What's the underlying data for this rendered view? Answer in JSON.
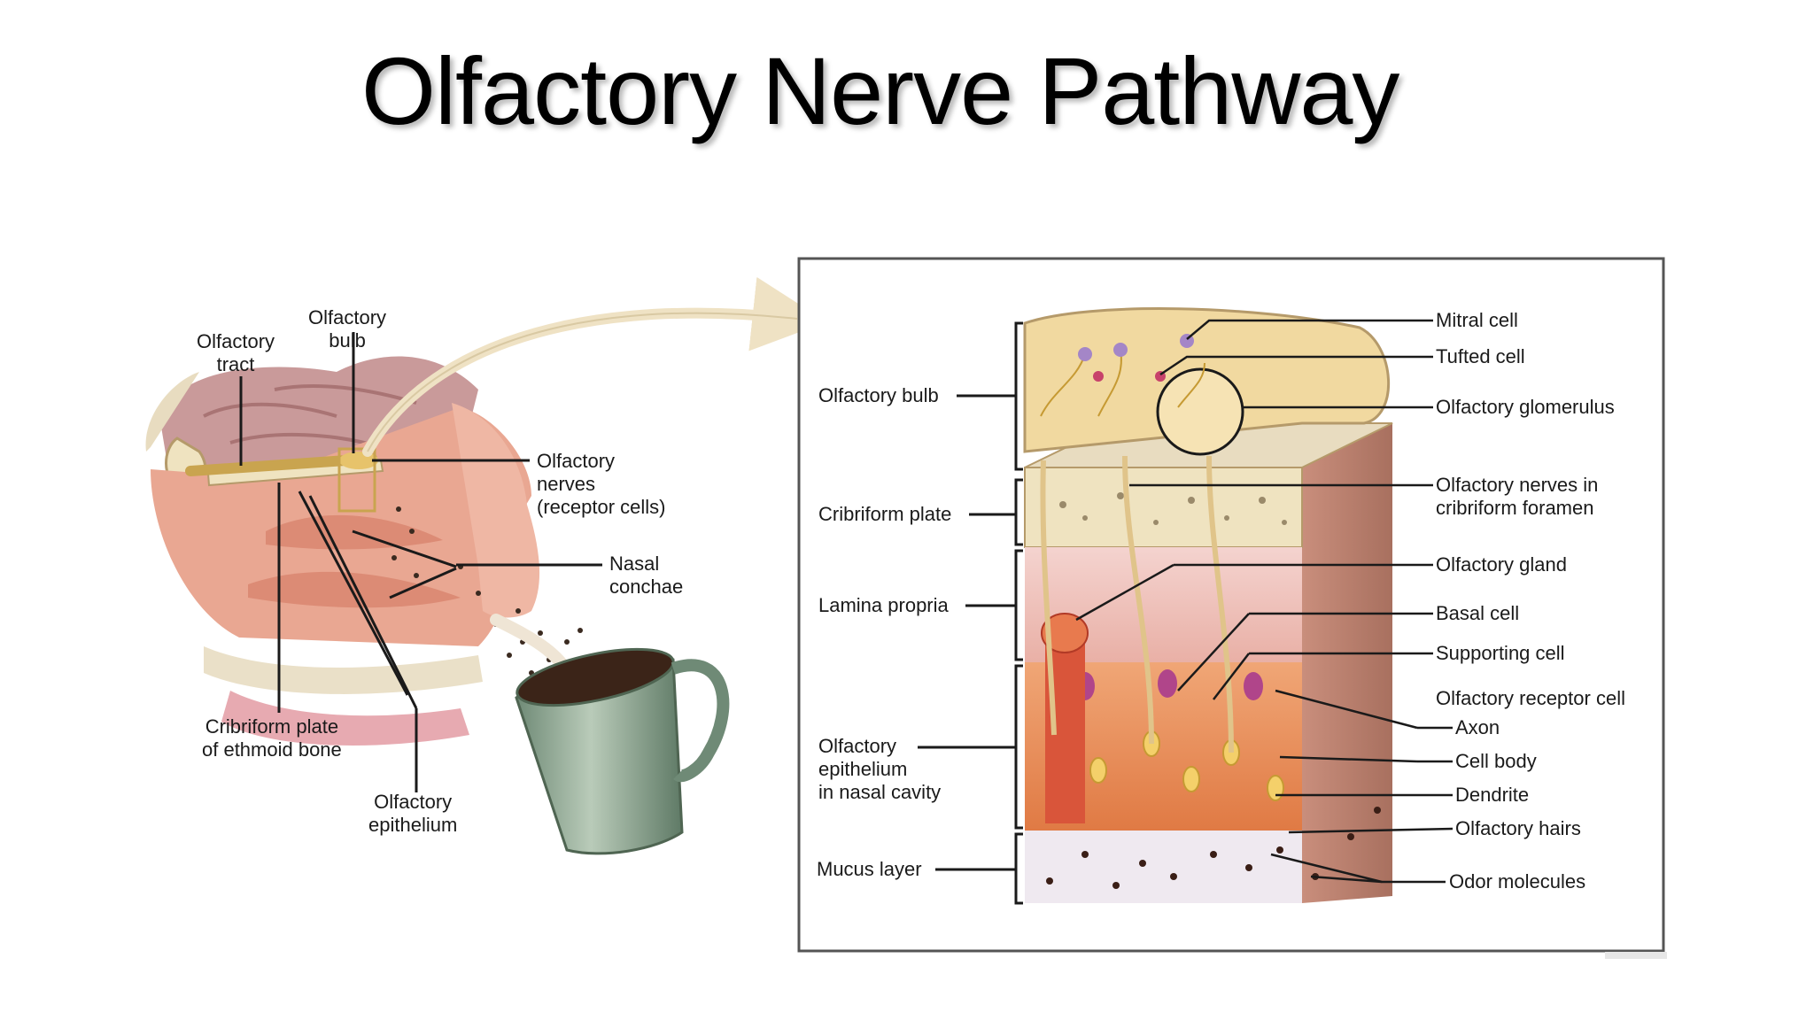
{
  "slide": {
    "title": "Olfactory Nerve Pathway"
  },
  "left_figure": {
    "labels": {
      "olfactory_tract": "Olfactory\ntract",
      "olfactory_bulb": "Olfactory\nbulb",
      "olfactory_nerves": "Olfactory\nnerves\n(receptor cells)",
      "nasal_conchae": "Nasal\nconchae",
      "cribriform_plate": "Cribriform plate\nof ethmoid bone",
      "olfactory_epithelium": "Olfactory\nepithelium"
    }
  },
  "right_figure": {
    "left_labels": {
      "olfactory_bulb": "Olfactory bulb",
      "cribriform_plate": "Cribriform plate",
      "lamina_propria": "Lamina propria",
      "olfactory_epithelium": "Olfactory\nepithelium\nin nasal cavity",
      "mucus_layer": "Mucus layer"
    },
    "right_labels": {
      "mitral_cell": "Mitral cell",
      "tufted_cell": "Tufted cell",
      "olfactory_glomerulus": "Olfactory glomerulus",
      "nerves_in_foramen": "Olfactory nerves in\ncribriform foramen",
      "olfactory_gland": "Olfactory gland",
      "basal_cell": "Basal cell",
      "supporting_cell": "Supporting cell",
      "receptor_cell": "Olfactory receptor cell",
      "axon": "Axon",
      "cell_body": "Cell body",
      "dendrite": "Dendrite",
      "olfactory_hairs": "Olfactory hairs",
      "odor_molecules": "Odor molecules"
    }
  },
  "colors": {
    "tissue_pink": "#e9a792",
    "bone_cream": "#efe3c0",
    "bulb_yellow": "#f1d9a0",
    "epithelium_orange": "#ec8c5a",
    "mug_green": "#8da691"
  }
}
